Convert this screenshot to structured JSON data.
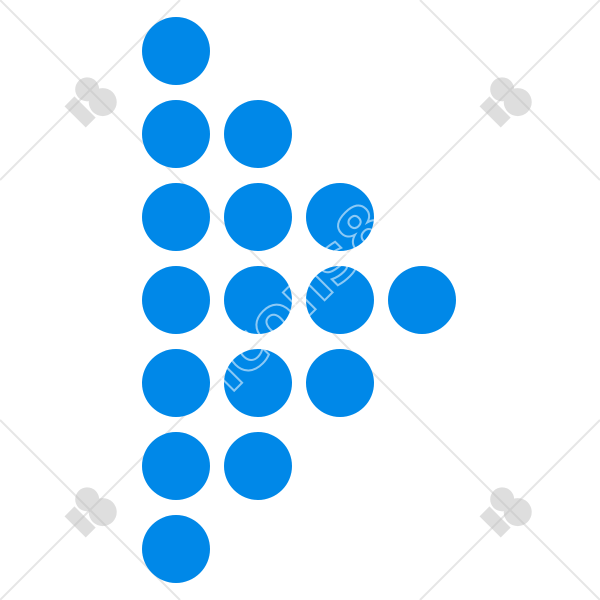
{
  "icon": {
    "name": "dotted-arrow-right-icon",
    "dot_color": "#0088e8",
    "columns": [
      7,
      5,
      3,
      1
    ]
  },
  "watermark": {
    "text": "icons8",
    "color": "#b8b8b8"
  }
}
